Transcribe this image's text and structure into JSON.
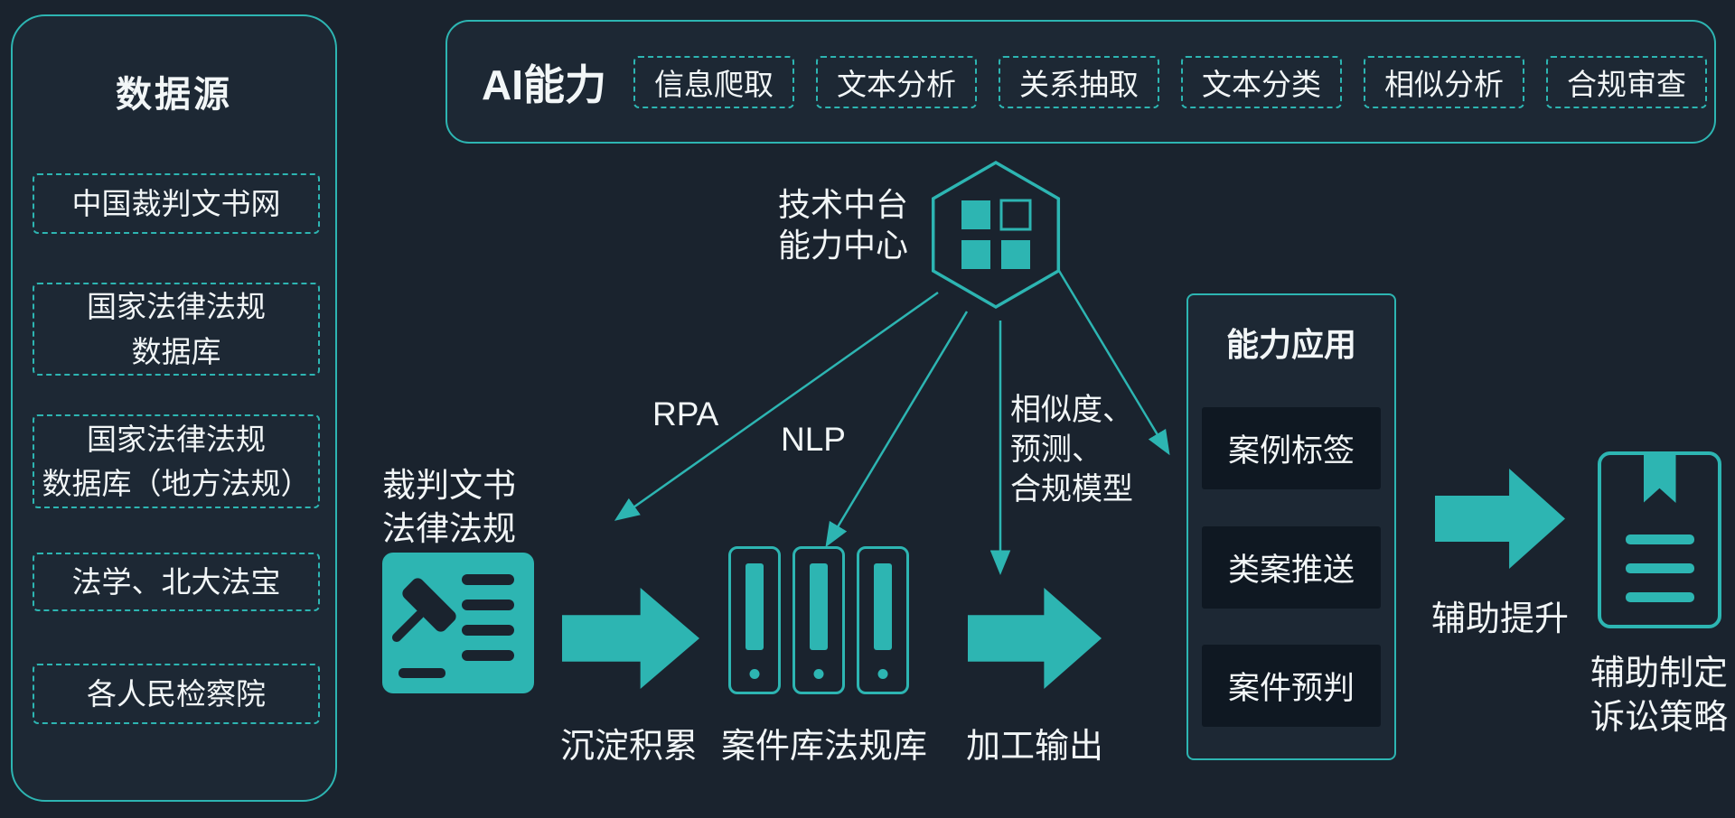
{
  "colors": {
    "background": "#1a232e",
    "panel": "#1d2834",
    "dark_box": "#0f1822",
    "accent": "#2db5b2",
    "text": "#f2f6f7"
  },
  "data_sources": {
    "title": "数据源",
    "items": [
      "中国裁判文书网",
      "国家法律法规\n数据库",
      "国家法律法规\n数据库（地方法规）",
      "法学、北大法宝",
      "各人民检察院"
    ]
  },
  "ai_capabilities": {
    "title": "AI能力",
    "items": [
      "信息爬取",
      "文本分析",
      "关系抽取",
      "文本分类",
      "相似分析",
      "合规审查"
    ]
  },
  "hub": {
    "label": "技术中台\n能力中心"
  },
  "edge_labels": {
    "rpa": "RPA",
    "nlp": "NLP",
    "similarity": "相似度、\n预测、\n合规模型"
  },
  "flow": {
    "source_label": "裁判文书\n法律法规",
    "step1": "沉淀积累",
    "step2": "案件库法规库",
    "step3": "加工输出",
    "step4": "辅助提升",
    "result": "辅助制定\n诉讼策略"
  },
  "applications": {
    "title": "能力应用",
    "items": [
      "案例标签",
      "类案推送",
      "案件预判"
    ]
  },
  "icons": {
    "hub": "grid-hexagon-icon",
    "source": "gavel-document-icon",
    "database": "database-icon",
    "result": "bookmark-document-icon"
  }
}
